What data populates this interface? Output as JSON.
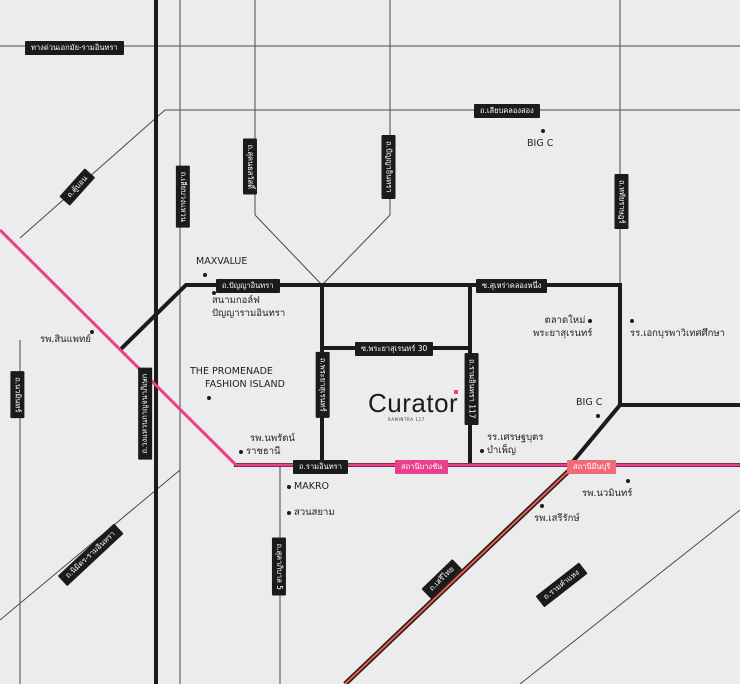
{
  "map": {
    "colors": {
      "background": "#ececec",
      "road": "#1b1b1b",
      "minor_road": "#4a4a4a",
      "pink_line": "#e8408d",
      "orange_line": "#f05a4e"
    },
    "project": {
      "brand": "Curator",
      "sub": "RAMINTRA 117",
      "marker": "pink-square"
    },
    "roads": {
      "r1": "ทางด่วนเอกมัย-รามอินทรา",
      "r2": "ถ.เลียบคลองสอง",
      "r3": "ถ.คู้บอน",
      "r4": "ถ.เลียบวงแหวน",
      "r5": "ถ.สุคนธสวัสดิ์",
      "r6": "ถ.ปัญญาอินทรา",
      "r7": "ถ.หทัยราษฎร์",
      "r8": "ถ.ปัญญาอินทรา",
      "r9": "ซ.สุเหร่าคลองหนึ่ง",
      "r10": "ซ.พระยาสุเรนทร์ 30",
      "r11": "ถ.วงแหวนกาญจนาภิเษก",
      "r12": "ถ.นวมินทร์",
      "r13": "ถ.พระยาสุเรนทร์",
      "r14": "ถ.รามอินทรา 117",
      "r15": "ถ.รามอินทรา",
      "r16": "ถ.นิมิตร-รามอินทรา",
      "r17": "ถ.สุคาภิบาล 5",
      "r18": "ถ.เสรีไทย",
      "r19": "ถ.รามคำแหง"
    },
    "stations": {
      "s1": "สถานีบางชัน",
      "s2": "สถานีมีนบุรี"
    },
    "places": {
      "p1": "BIG C",
      "p2": "MAXVALUE",
      "p3": "สนามกอล์ฟ",
      "p3b": "ปัญญารามอินทรา",
      "p4": "รพ.สินแพทย์",
      "p5": "ตลาดใหม่",
      "p5b": "พระยาสุเรนทร์",
      "p6": "รร.เอกบุรพาวิเทศศึกษา",
      "p7": "THE PROMENADE",
      "p8": "FASHION ISLAND",
      "p9": "รพ.นพรัตน์",
      "p9b": "ราชธานี",
      "p10": "BIG C",
      "p11": "รร.เศรษฐบุตร",
      "p11b": "บำเพ็ญ",
      "p12": "MAKRO",
      "p13": "สวนสยาม",
      "p14": "รพ.นวมินทร์",
      "p15": "รพ.เสรีรักษ์"
    }
  }
}
